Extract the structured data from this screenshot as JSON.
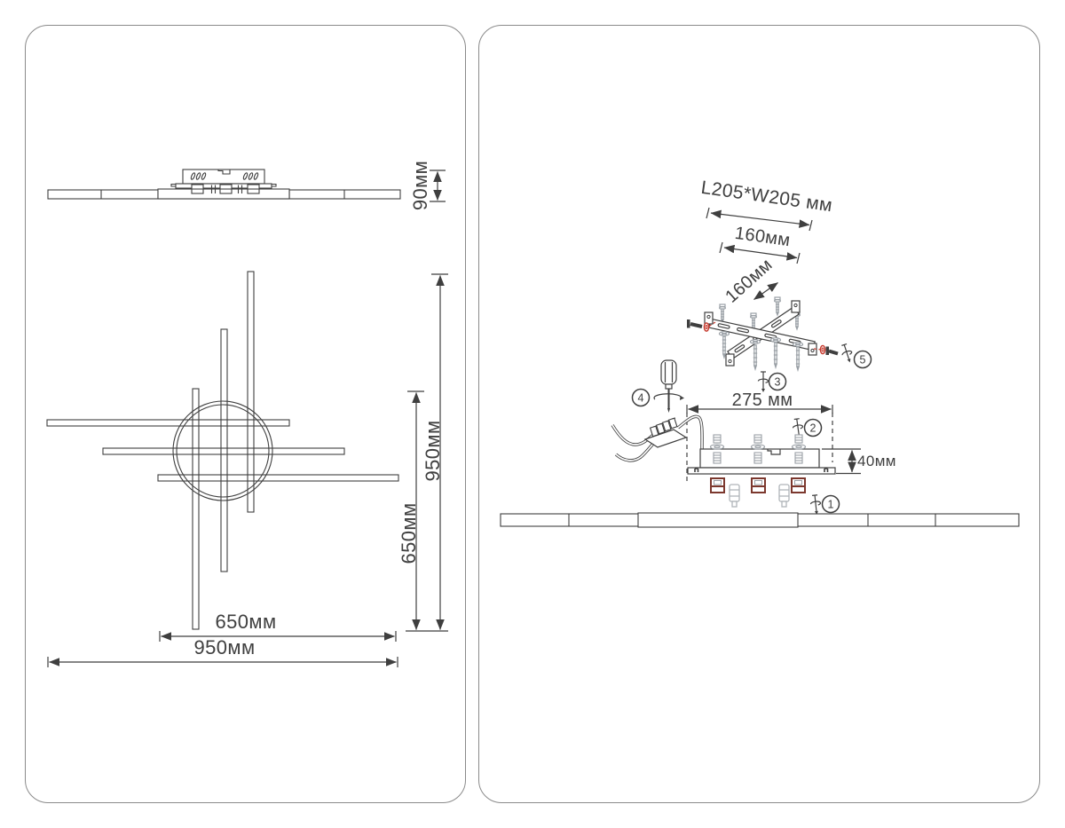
{
  "colors": {
    "line": "#3f3f3f",
    "light_gray": "#9aa0a6",
    "accent_red": "#c63b2f",
    "clip_dark_red": "#7c382e",
    "panel_border": "#8a8a8a"
  },
  "icons": {
    "screw_rotate_icon": "screw with rotation arrow",
    "screwdriver_icon": "screwdriver with rotation arrow"
  },
  "left_panel": {
    "side_view": {
      "height_label": "90мм"
    },
    "top_view": {
      "overall_height_label": "950мм",
      "bar_length_v_label": "650мм",
      "bar_length_h_label": "650мм",
      "overall_width_label": "950мм"
    }
  },
  "right_panel": {
    "mounting_plate": {
      "plate_size_label": "L205*W205 мм",
      "hole_spacing_label": "160мм",
      "hole_spacing_diag_label": "160мм"
    },
    "canopy": {
      "width_label": "275 мм",
      "height_label": "40мм"
    },
    "steps": [
      {
        "num": "1"
      },
      {
        "num": "2"
      },
      {
        "num": "3"
      },
      {
        "num": "4"
      },
      {
        "num": "5"
      }
    ]
  }
}
